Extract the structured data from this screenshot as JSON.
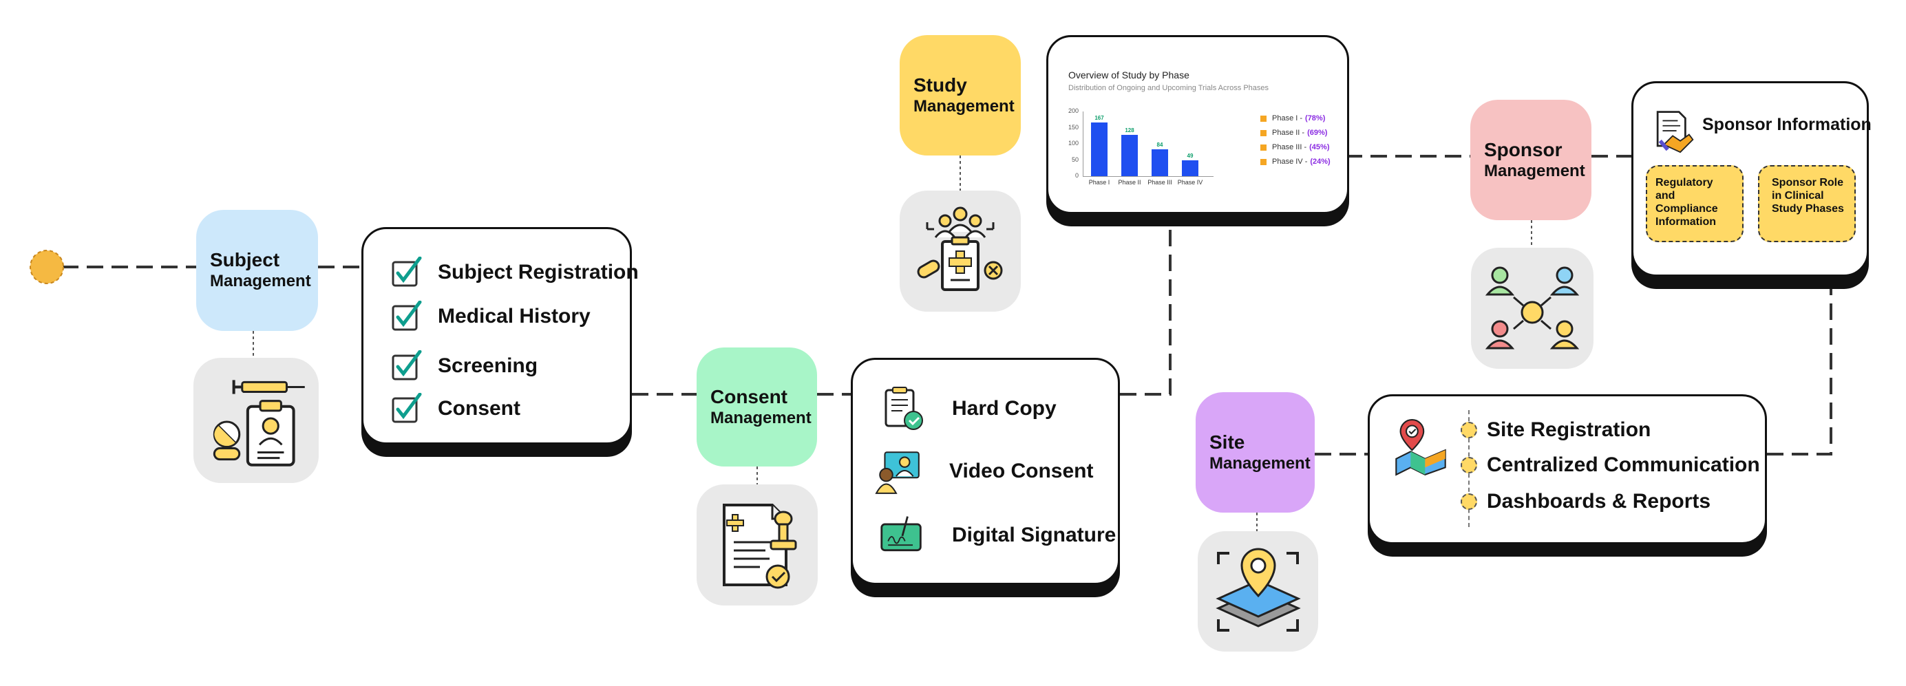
{
  "colors": {
    "subject": "#cde8fb",
    "consent": "#a8f5c8",
    "study": "#ffd966",
    "sponsor": "#f7c2c2",
    "site": "#d9a6f8",
    "icon_bg": "#e9e9e9",
    "bar": "#1f4ff0",
    "accent": "#f5a623",
    "legend_pct": "#8a2be2"
  },
  "subject": {
    "title": "Subject",
    "subtitle": "Management",
    "icon": "syringe-pills-clipboard-icon",
    "items": [
      {
        "label": "Subject Registration",
        "icon": "checkbox-checked-icon"
      },
      {
        "label": "Medical History",
        "icon": "checkbox-checked-icon"
      },
      {
        "label": "Screening",
        "icon": "checkbox-checked-icon"
      },
      {
        "label": "Consent",
        "icon": "checkbox-checked-icon"
      }
    ]
  },
  "consent": {
    "title": "Consent",
    "subtitle": "Management",
    "icon": "document-stamp-icon",
    "items": [
      {
        "label": "Hard Copy",
        "icon": "clipboard-check-icon"
      },
      {
        "label": "Video Consent",
        "icon": "video-call-icon"
      },
      {
        "label": "Digital Signature",
        "icon": "tablet-signature-icon"
      }
    ]
  },
  "study": {
    "title": "Study",
    "subtitle": "Management",
    "icon": "team-clipboard-pills-icon"
  },
  "chart_data": {
    "type": "bar",
    "title": "Overview of Study by Phase",
    "subtitle": "Distribution of Ongoing and Upcoming Trials Across Phases",
    "categories": [
      "Phase I",
      "Phase II",
      "Phase III",
      "Phase IV"
    ],
    "values": [
      167,
      128,
      84,
      49
    ],
    "ylim": [
      0,
      200
    ],
    "yticks": [
      0,
      50,
      100,
      150,
      200
    ],
    "grid": false,
    "legend_position": "right",
    "legend": [
      {
        "label": "Phase I -",
        "pct": "(78%)"
      },
      {
        "label": "Phase II -",
        "pct": "(69%)"
      },
      {
        "label": "Phase III -",
        "pct": "(45%)"
      },
      {
        "label": "Phase IV -",
        "pct": "(24%)"
      }
    ]
  },
  "sponsor": {
    "title": "Sponsor",
    "subtitle": "Management",
    "icon": "people-network-icon",
    "info_title": "Sponsor Information",
    "info_icon": "document-handshake-icon",
    "boxes": [
      "Regulatory and Compliance Information",
      "Sponsor Role in Clinical Study Phases"
    ]
  },
  "site": {
    "title": "Site",
    "subtitle": "Management",
    "icon": "map-pin-layers-icon",
    "info_icon": "map-location-icon",
    "items": [
      "Site Registration",
      "Centralized Communication",
      "Dashboards & Reports"
    ]
  }
}
